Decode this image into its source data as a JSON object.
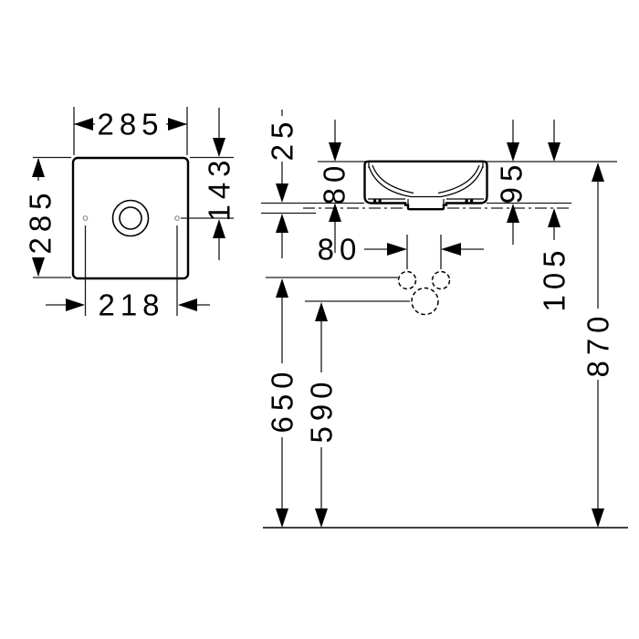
{
  "drawing": {
    "subject": "countertop washbasin dimension drawing",
    "colors": {
      "line": "#000000",
      "background": "#ffffff",
      "hole_marker": "#8c8c8c"
    },
    "top_view": {
      "width": "285",
      "depth": "285",
      "fixing_hole_spacing": "218",
      "fixing_hole_offset": "143"
    },
    "side_view": {
      "counter_clearance": "25",
      "bowl_height": "80",
      "total_height": "95",
      "tap_hole_spacing": "80",
      "counter_offset": "105",
      "rim_above_floor": "870",
      "tap_holes_above_floor": "650",
      "drain_above_floor": "590"
    }
  }
}
